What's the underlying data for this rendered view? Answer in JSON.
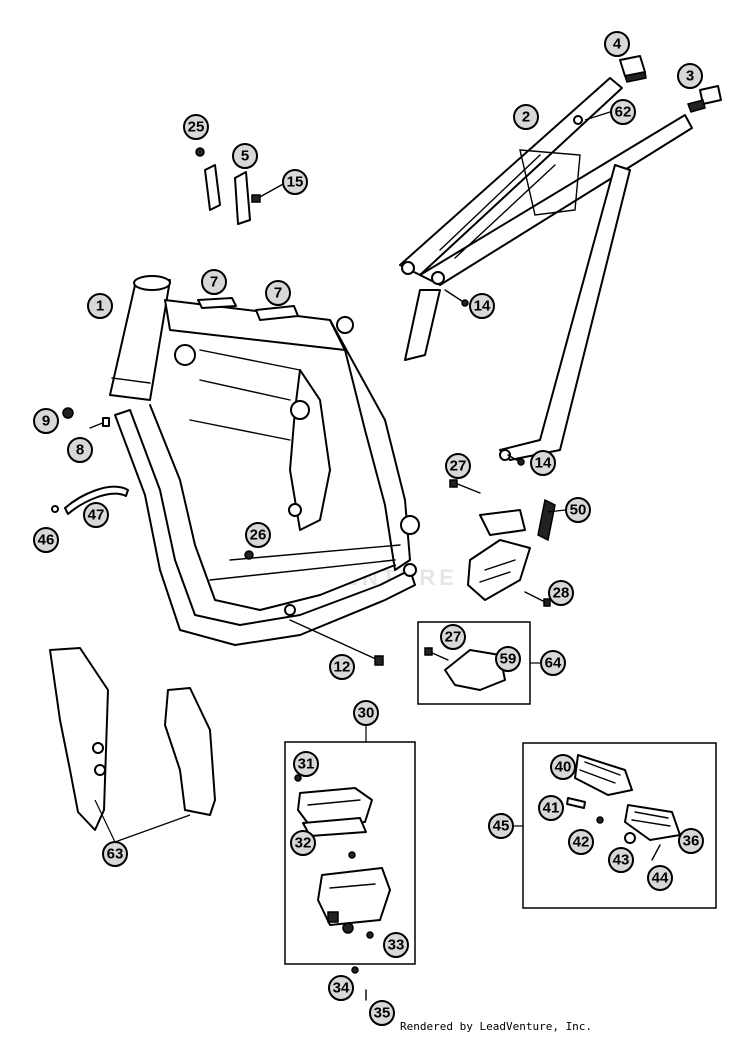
{
  "callouts": {
    "c1": "1",
    "c2": "2",
    "c3": "3",
    "c4": "4",
    "c5": "5",
    "c7a": "7",
    "c7b": "7",
    "c8": "8",
    "c9": "9",
    "c12": "12",
    "c14a": "14",
    "c14b": "14",
    "c15": "15",
    "c25": "25",
    "c26": "26",
    "c27a": "27",
    "c27b": "27",
    "c28": "28",
    "c30": "30",
    "c31": "31",
    "c32": "32",
    "c33": "33",
    "c34": "34",
    "c35": "35",
    "c36": "36",
    "c40": "40",
    "c41": "41",
    "c42": "42",
    "c43": "43",
    "c44": "44",
    "c45": "45",
    "c46": "46",
    "c47": "47",
    "c50": "50",
    "c59": "59",
    "c62": "62",
    "c63": "63",
    "c64": "64"
  },
  "watermark": "ADVENTURE",
  "credit": "Rendered by LeadVenture, Inc."
}
